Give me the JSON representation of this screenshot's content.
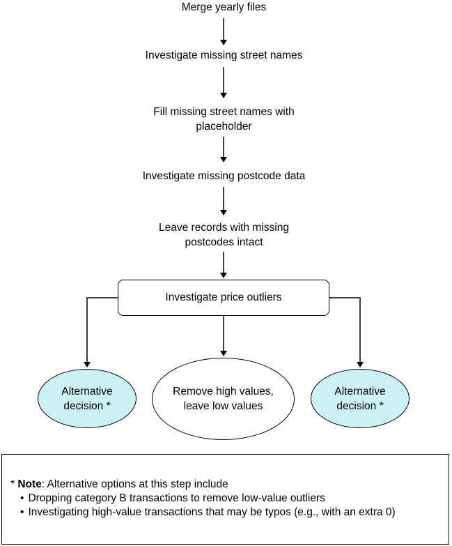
{
  "steps": [
    "Merge yearly files",
    "Investigate missing street names",
    "Fill missing street names with placeholder",
    "Investigate missing postcode data",
    "Leave records with missing postcodes intact"
  ],
  "decision_box": "Investigate price outliers",
  "outcomes": {
    "left": "Alternative decision *",
    "center": "Remove high values, leave low values",
    "right": "Alternative decision *",
    "alt_fill_color": "#ccf1f6"
  },
  "note": {
    "prefix": "* ",
    "bold": "Note",
    "text": ": Alternative options at this step include",
    "bullets": [
      "Dropping category B transactions to remove low-value outliers",
      "Investigating high-value transactions that may be typos (e.g., with an extra 0)"
    ]
  }
}
